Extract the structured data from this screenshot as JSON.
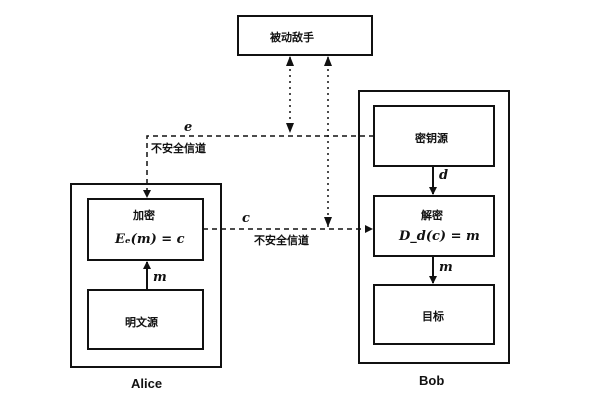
{
  "adversary": {
    "label": "被动敌手"
  },
  "channels": {
    "key_channel": {
      "symbol": "e",
      "label": "不安全信道"
    },
    "cipher_channel": {
      "symbol": "c",
      "label": "不安全信道"
    }
  },
  "alice": {
    "name": "Alice",
    "encrypt": {
      "title": "加密",
      "formula": "Eₑ(m) = c"
    },
    "plaintext_source": {
      "label": "明文源"
    },
    "flow_symbol": "m"
  },
  "bob": {
    "name": "Bob",
    "key_source": {
      "label": "密钥源"
    },
    "key_symbol": "d",
    "decrypt": {
      "title": "解密",
      "formula": "D_d(c) = m"
    },
    "destination": {
      "label": "目标"
    },
    "flow_symbol": "m"
  }
}
